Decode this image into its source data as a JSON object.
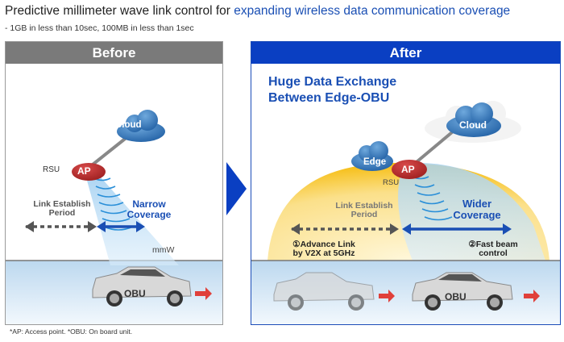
{
  "header": {
    "title_plain": "Predictive millimeter wave link control for ",
    "title_highlight": "expanding wireless data communication coverage",
    "subtitle": "- 1GB in less than 10sec, 100MB in less than 1sec"
  },
  "before": {
    "heading": "Before",
    "cloud": "Cloud",
    "ap": "AP",
    "rsu": "RSU",
    "link_period": [
      "Link Establish",
      "Period"
    ],
    "coverage": [
      "Narrow",
      "Coverage"
    ],
    "mmw": "mmW",
    "obu": "OBU"
  },
  "after": {
    "heading": "After",
    "headline": [
      "Huge Data Exchange",
      "Between Edge-OBU"
    ],
    "cloud": "Cloud",
    "edge": "Edge",
    "ap": "AP",
    "rsu": "RSU",
    "link_period": [
      "Link Establish",
      "Period"
    ],
    "coverage": [
      "Wider",
      "Coverage"
    ],
    "step1": [
      "①Advance Link",
      "by V2X at 5GHz"
    ],
    "step2": [
      "②Fast beam",
      "control"
    ],
    "obu": "OBU"
  },
  "footnote": "*AP: Access point.  *OBU: On board unit.",
  "colors": {
    "accent_blue": "#0a3fc2",
    "before_header": "#7a7a7a",
    "ap_red": "#b52a2a",
    "cloud_blue": "#2f73b8",
    "coverage_yellow": "#f7c21c"
  }
}
